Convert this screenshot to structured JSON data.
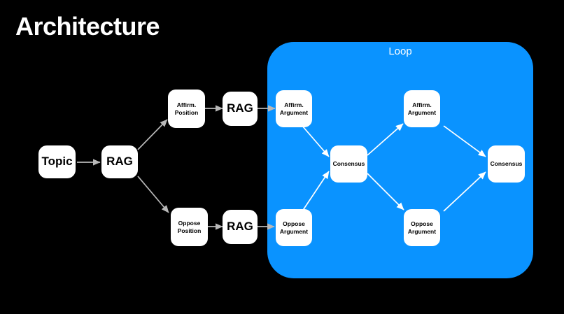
{
  "slide": {
    "title": "Architecture",
    "background_color": "#000000",
    "accent_color": "#0a93ff",
    "node_fill": "#ffffff",
    "node_text": "#000000"
  },
  "loop": {
    "label": "Loop"
  },
  "nodes": {
    "topic": "Topic",
    "rag_main": "RAG",
    "affirm_position": "Affirm.\nPosition",
    "affirm_position_line1": "Affirm.",
    "affirm_position_line2": "Position",
    "rag_affirm": "RAG",
    "oppose_position_line1": "Oppose",
    "oppose_position_line2": "Position",
    "rag_oppose": "RAG",
    "affirm_argument_1_line1": "Affirm.",
    "affirm_argument_1_line2": "Argument",
    "oppose_argument_1_line1": "Oppose",
    "oppose_argument_1_line2": "Argument",
    "consensus_1": "Consensus",
    "affirm_argument_2_line1": "Affirm.",
    "affirm_argument_2_line2": "Argument",
    "oppose_argument_2_line1": "Oppose",
    "oppose_argument_2_line2": "Argument",
    "consensus_2": "Consensus"
  },
  "edges": [
    {
      "from": "topic",
      "to": "rag_main",
      "style": "straight-gray"
    },
    {
      "from": "rag_main",
      "to": "affirm_position",
      "style": "diagonal-gray"
    },
    {
      "from": "rag_main",
      "to": "oppose_position",
      "style": "diagonal-gray"
    },
    {
      "from": "affirm_position",
      "to": "rag_affirm",
      "style": "straight-gray"
    },
    {
      "from": "oppose_position",
      "to": "rag_oppose",
      "style": "straight-gray"
    },
    {
      "from": "rag_affirm",
      "to": "affirm_argument_1",
      "style": "straight-gray"
    },
    {
      "from": "rag_oppose",
      "to": "oppose_argument_1",
      "style": "straight-gray"
    },
    {
      "from": "affirm_argument_1",
      "to": "consensus_1",
      "style": "diagonal-white"
    },
    {
      "from": "oppose_argument_1",
      "to": "consensus_1",
      "style": "diagonal-white"
    },
    {
      "from": "consensus_1",
      "to": "affirm_argument_2",
      "style": "diagonal-white"
    },
    {
      "from": "consensus_1",
      "to": "oppose_argument_2",
      "style": "diagonal-white"
    },
    {
      "from": "affirm_argument_2",
      "to": "consensus_2",
      "style": "diagonal-white"
    },
    {
      "from": "oppose_argument_2",
      "to": "consensus_2",
      "style": "diagonal-white"
    }
  ]
}
